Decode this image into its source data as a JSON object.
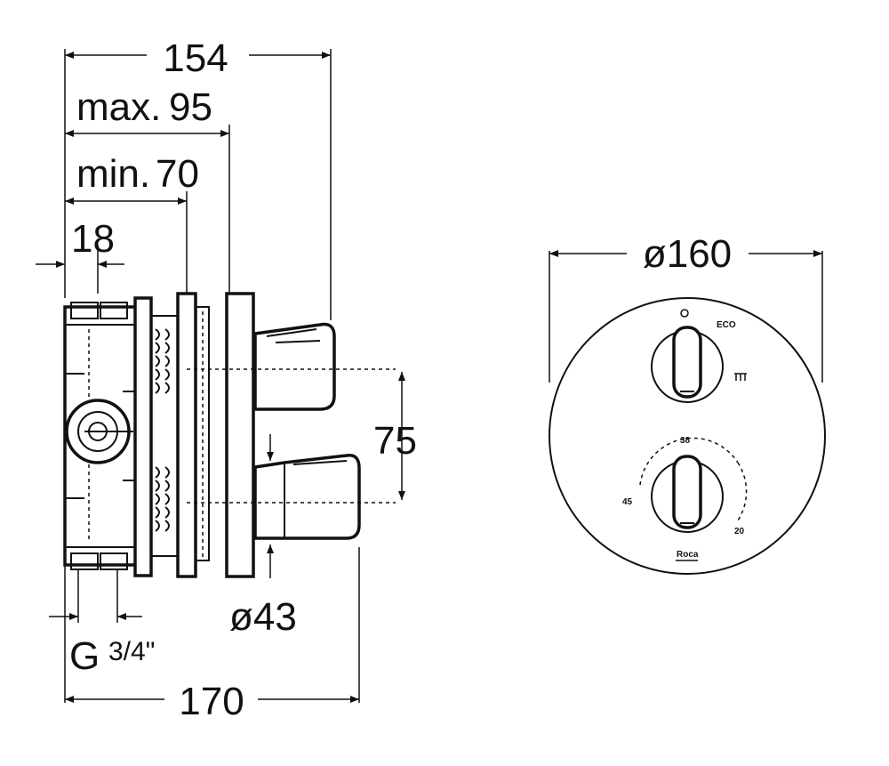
{
  "side_view": {
    "dim_total_top": "154",
    "dim_max_label": "max.",
    "dim_max_value": "95",
    "dim_min_label": "min.",
    "dim_min_value": "70",
    "dim_18": "18",
    "dim_75": "75",
    "dim_43": "ø43",
    "thread_g": "G",
    "thread_fraction": "3/4\"",
    "dim_total_bottom": "170"
  },
  "front_view": {
    "dim_diameter": "ø160",
    "eco_label": "ECO",
    "temp_38": "38",
    "temp_45": "45",
    "temp_20": "20",
    "brand": "Roca"
  }
}
